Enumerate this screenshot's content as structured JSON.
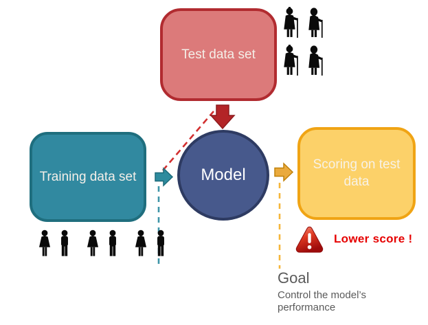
{
  "nodes": {
    "test_box": {
      "label": "Test data set"
    },
    "training_box": {
      "label": "Training data set"
    },
    "model": {
      "label": "Model"
    },
    "scoring_box": {
      "label": "Scoring on test data"
    }
  },
  "annotations": {
    "lower_score": "Lower score !",
    "goal_title": "Goal",
    "goal_description": "Control the model’s performance"
  },
  "icons": {
    "test_population": "four-elderly-person-with-cane-icons",
    "training_population": "six-person-silhouettes-alternating-female-male",
    "warning": "red-warning-triangle-exclamation-icon"
  },
  "colors": {
    "test_box_fill": "#DC7A7A",
    "test_box_border": "#B12B30",
    "training_box_fill": "#3189A0",
    "training_box_border": "#1F6E7E",
    "model_fill": "#47598C",
    "model_border": "#2E3B62",
    "scoring_box_fill": "#FCD169",
    "scoring_box_border": "#F0A414",
    "red_arrow": "#B32427",
    "red_dashed_line": "#D22F2F",
    "teal_arrow": "#2E8B9E",
    "teal_dashed_line": "#3E95A8",
    "yellow_arrow": "#EAAA3D",
    "yellow_dashed_line": "#F5B63A",
    "lower_score_text": "#E60000",
    "goal_text": "#5A5A5A",
    "people_icon": "#0A0A0A"
  }
}
